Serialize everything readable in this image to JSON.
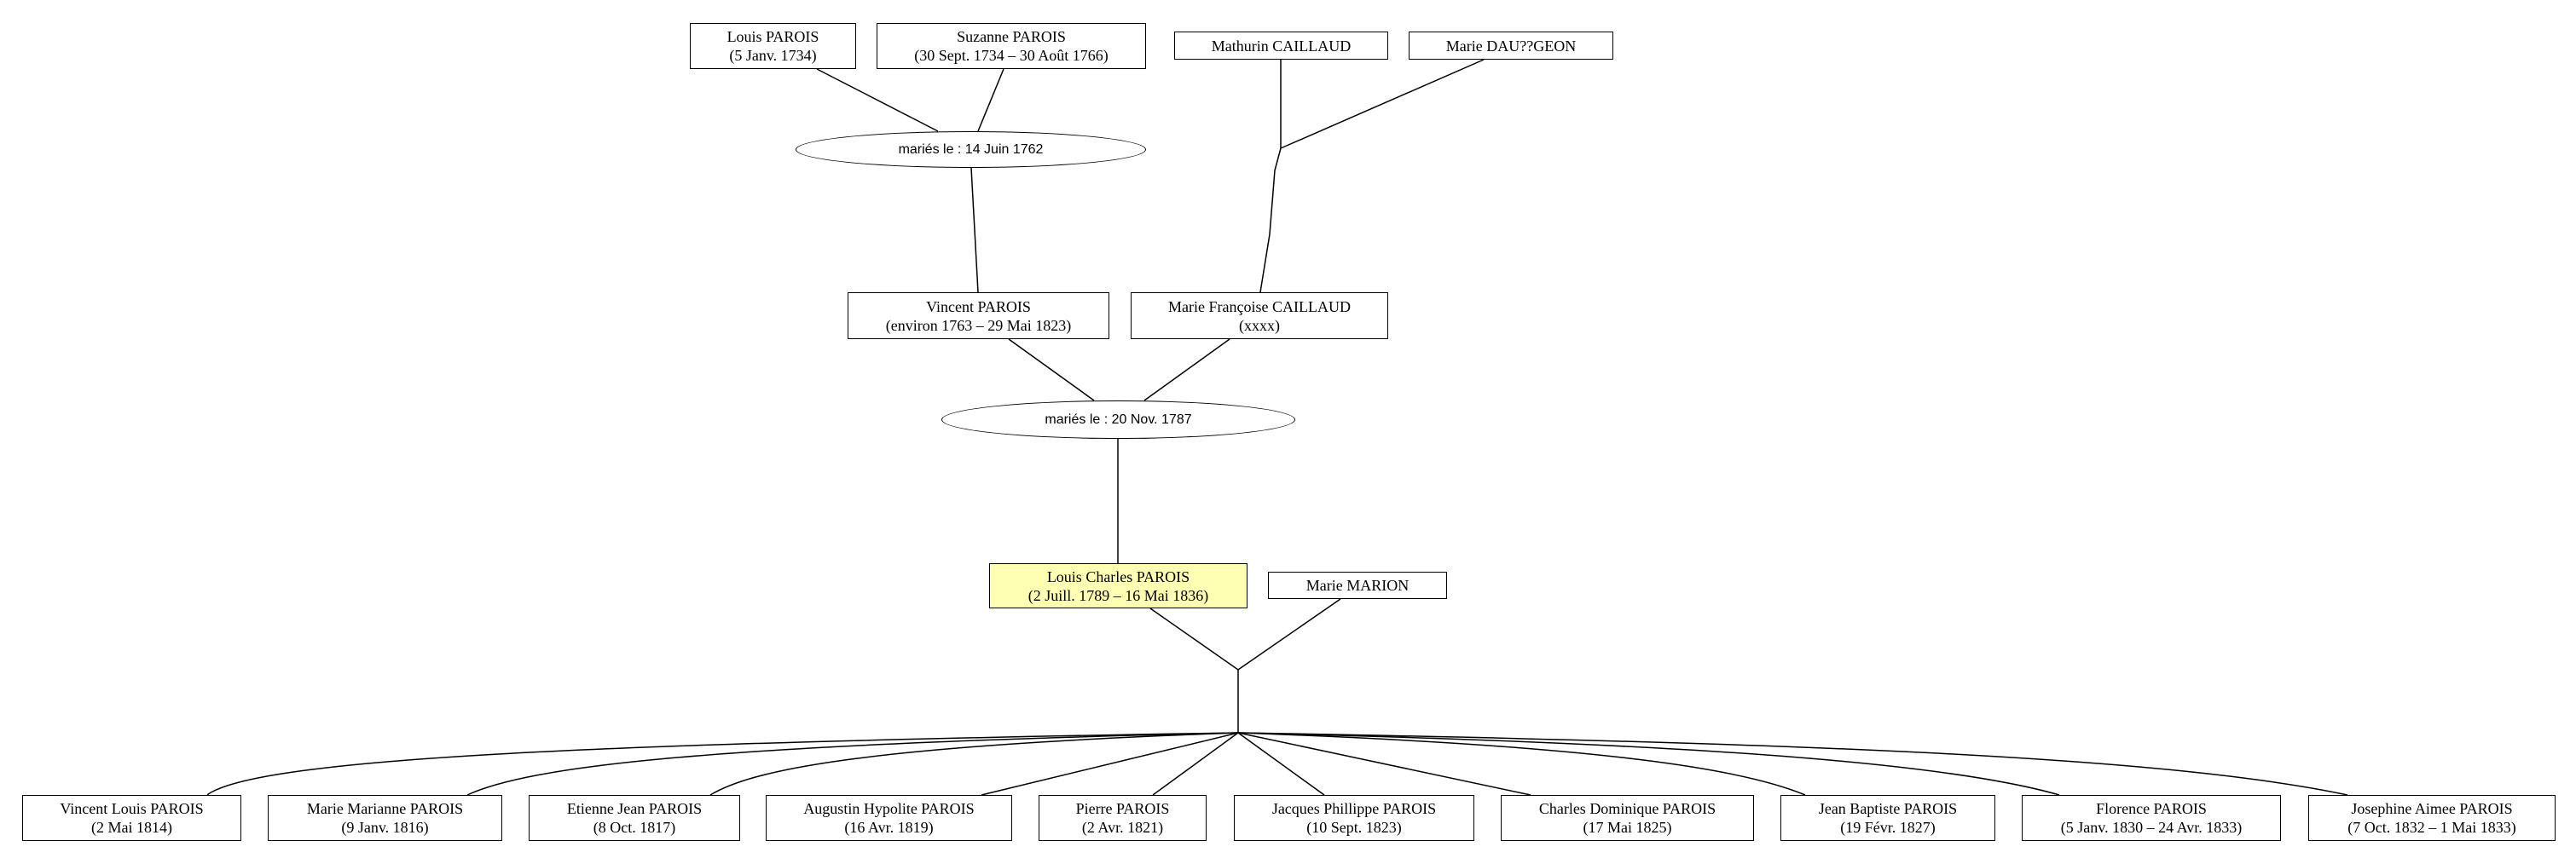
{
  "people": {
    "louis_1734": {
      "name": "Louis PAROIS",
      "dates": "(5 Janv. 1734)"
    },
    "suzanne": {
      "name": "Suzanne PAROIS",
      "dates": "(30 Sept. 1734 – 30 Août 1766)"
    },
    "mathurin": {
      "name": "Mathurin CAILLAUD"
    },
    "marie_dau": {
      "name": "Marie DAU??GEON"
    },
    "vincent_1763": {
      "name": "Vincent PAROIS",
      "dates": "(environ 1763 – 29 Mai 1823)"
    },
    "marie_francoise": {
      "name": "Marie Françoise CAILLAUD",
      "dates": "(xxxx)"
    },
    "louis_charles": {
      "name": "Louis Charles PAROIS",
      "dates": "(2 Juill. 1789 – 16 Mai 1836)"
    },
    "marie_marion": {
      "name": "Marie MARION"
    }
  },
  "unions": {
    "u1762": "mariés le : 14 Juin 1762",
    "u1787": "mariés le : 20 Nov. 1787"
  },
  "children": [
    {
      "name": "Vincent Louis PAROIS",
      "dates": "(2 Mai 1814)"
    },
    {
      "name": "Marie Marianne PAROIS",
      "dates": "(9 Janv. 1816)"
    },
    {
      "name": "Etienne Jean PAROIS",
      "dates": "(8 Oct. 1817)"
    },
    {
      "name": "Augustin Hypolite PAROIS",
      "dates": "(16 Avr. 1819)"
    },
    {
      "name": "Pierre PAROIS",
      "dates": "(2 Avr. 1821)"
    },
    {
      "name": "Jacques Phillippe PAROIS",
      "dates": "(10 Sept. 1823)"
    },
    {
      "name": "Charles Dominique PAROIS",
      "dates": "(17 Mai 1825)"
    },
    {
      "name": "Jean Baptiste PAROIS",
      "dates": "(19 Févr. 1827)"
    },
    {
      "name": "Florence PAROIS",
      "dates": "(5 Janv. 1830 – 24 Avr. 1833)"
    },
    {
      "name": "Josephine Aimee PAROIS",
      "dates": "(7 Oct. 1832 – 1 Mai 1833)"
    }
  ],
  "colors": {
    "highlight": "#ffffb3",
    "line": "#000000",
    "box_border": "#000000"
  }
}
